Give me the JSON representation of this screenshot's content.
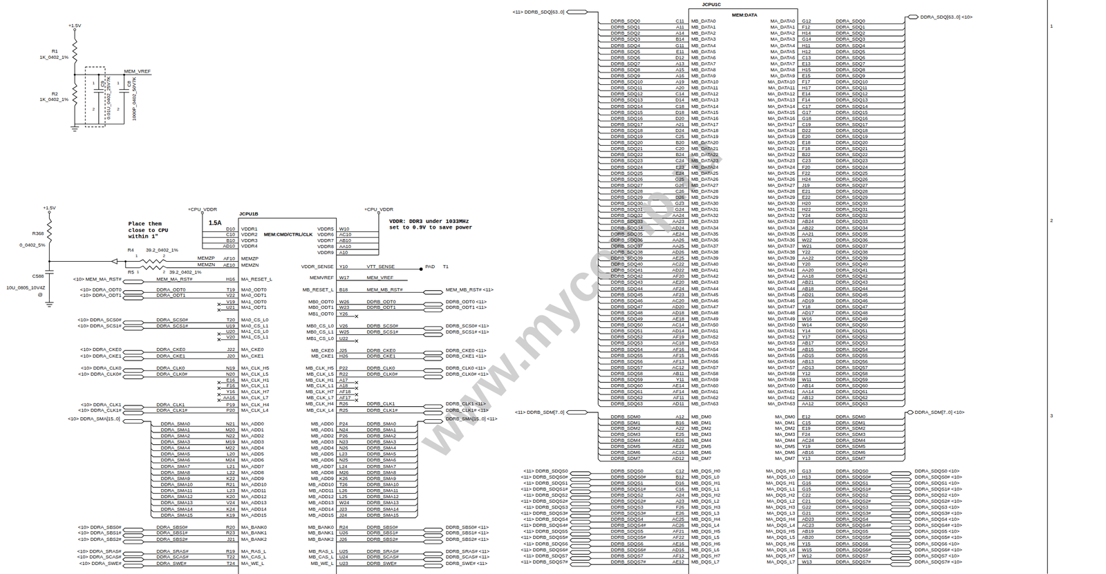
{
  "diagram": {
    "nodes": [
      {
        "text": [
          "JCPU1B",
          "MEM:CMD/CTRL/CLK"
        ]
      },
      {
        "text": [
          "JCPU1C",
          "MEM:DATA"
        ]
      }
    ],
    "labels": [
      "+1.5V",
      "R1",
      "1K_0402_1%",
      "R2",
      "1K_0402_1%",
      "MEM_VREF",
      "1",
      "2",
      "C9",
      "0.01U_0402_25V7K",
      "1",
      "2",
      "C8",
      "1000P_0402_50V7K",
      "+1.5V",
      "R368",
      "0_0402_5%",
      "C588",
      "10U_0805_10V4Z",
      "@",
      "Place them close to CPU within 1\"",
      "R4",
      "39.2_0402_1%",
      "1",
      "2",
      "R5",
      "39.2_0402_1%",
      "1",
      "2",
      "MEMZP",
      "MEMZN",
      "+CPU_VDDR",
      "1.5A",
      "+CPU_VDDR",
      "VDDR: DDR3 under 1033MHz set to 0.9V to save power",
      "PAD",
      "T1",
      "<11> DDRB_SDQ[63..0]",
      "DDRA_SDQ[63..0] <10>",
      "<10> DDRA_SMA[15..0]",
      "DDRB_SMA[15..0] <11>",
      "<11> DDRB_SDM[7..0]",
      "DDRA_SDM[7..0] <10>",
      "1",
      "2",
      "3",
      "www.mycomp.ru",
      "VDDR1",
      "VDDR2",
      "VDDR3",
      "VDDR4",
      "MEMZP",
      "MEMZN",
      "MA_RESET_L",
      "MA0_ODT0",
      "MA0_ODT1",
      "MA1_ODT0",
      "MA1_ODT1",
      "MA0_CS_L0",
      "MA0_CS_L1",
      "MA1_CS_L0",
      "MA1_CS_L1",
      "MA_CKE0",
      "MA_CKE1",
      "MA_CLK_H5",
      "MA_CLK_L5",
      "MA_CLK_H1",
      "MA_CLK_L1",
      "MA_CLK_H7",
      "MA_CLK_L7",
      "MA_CLK_H4",
      "MA_CLK_L4",
      "MA_ADD0",
      "MA_ADD1",
      "MA_ADD2",
      "MA_ADD3",
      "MA_ADD4",
      "MA_ADD5",
      "MA_ADD6",
      "MA_ADD7",
      "MA_ADD8",
      "MA_ADD9",
      "MA_ADD10",
      "MA_ADD11",
      "MA_ADD12",
      "MA_ADD13",
      "MA_ADD14",
      "MA_ADD15",
      "MA_BANK0",
      "MA_BANK1",
      "MA_BANK2",
      "MA_RAS_L",
      "MA_CAS_L",
      "MA_WE_L",
      "D10",
      "C10",
      "B10",
      "AD10",
      "AF10",
      "AE10",
      "H16",
      "T19",
      "V22",
      "V19",
      "U21",
      "T20",
      "U19",
      "U20",
      "V20",
      "J22",
      "J20",
      "N19",
      "N20",
      "E16",
      "F16",
      "Y16",
      "AA16",
      "P19",
      "P20",
      "N21",
      "M20",
      "N22",
      "M19",
      "M22",
      "L20",
      "M24",
      "L21",
      "L22",
      "K22",
      "R21",
      "L23",
      "K20",
      "V24",
      "K24",
      "K19",
      "R20",
      "R23",
      "J21",
      "R19",
      "T22",
      "T24",
      "MEM_MA_RST#",
      "DDRA_ODT0",
      "DDRA_ODT1",
      "DDRA_SCS0#",
      "DDRA_SCS1#",
      "DDRA_CKE0",
      "DDRA_CKE1",
      "DDRA_CLK0",
      "DDRA_CLK0#",
      "DDRA_CLK1",
      "DDRA_CLK1#",
      "DDRA_SMA0",
      "DDRA_SMA1",
      "DDRA_SMA2",
      "DDRA_SMA3",
      "DDRA_SMA4",
      "DDRA_SMA5",
      "DDRA_SMA6",
      "DDRA_SMA7",
      "DDRA_SMA8",
      "DDRA_SMA9",
      "DDRA_SMA10",
      "DDRA_SMA11",
      "DDRA_SMA12",
      "DDRA_SMA13",
      "DDRA_SMA14",
      "DDRA_SMA15",
      "DDRA_SBS0#",
      "DDRA_SBS1#",
      "DDRA_SBS2#",
      "DDRA_SRAS#",
      "DDRA_SCAS#",
      "DDRA_SWE#",
      "<10> MEM_MA_RST#",
      "<10> DDRA_ODT0",
      "<10> DDRA_ODT1",
      "<10> DDRA_SCS0#",
      "<10> DDRA_SCS1#",
      "<10> DDRA_CKE0",
      "<10> DDRA_CKE1",
      "<10> DDRA_CLK0",
      "<10> DDRA_CLK0#",
      "<10> DDRA_CLK1",
      "<10> DDRA_CLK1#",
      "<10> DDRA_SBS0#",
      "<10> DDRA_SBS1#",
      "<10> DDRA_SBS2#",
      "<10> DDRA_SRAS#",
      "<10> DDRA_SCAS#",
      "<10> DDRA_SWE#",
      "VDDR5",
      "VDDR6",
      "VDDR7",
      "VDDR8",
      "VDDR9",
      "VDDR_SENSE",
      "MEMVREF",
      "MB_RESET_L",
      "MB0_ODT0",
      "MB0_ODT1",
      "MB1_ODT0",
      "MB0_CS_L0",
      "MB0_CS_L1",
      "MB1_CS_L0",
      "MB_CKE0",
      "MB_CKE1",
      "MB_CLK_H5",
      "MB_CLK_L5",
      "MB_CLK_H1",
      "MB_CLK_L1",
      "MB_CLK_H7",
      "MB_CLK_L7",
      "MB_CLK_H4",
      "MB_CLK_L4",
      "MB_ADD0",
      "MB_ADD1",
      "MB_ADD2",
      "MB_ADD3",
      "MB_ADD4",
      "MB_ADD5",
      "MB_ADD6",
      "MB_ADD7",
      "MB_ADD8",
      "MB_ADD9",
      "MB_ADD10",
      "MB_ADD11",
      "MB_ADD12",
      "MB_ADD13",
      "MB_ADD14",
      "MB_ADD15",
      "MB_BANK0",
      "MB_BANK1",
      "MB_BANK2",
      "MB_RAS_L",
      "MB_CAS_L",
      "MB_WE_L",
      "W10",
      "AC10",
      "AB10",
      "AA10",
      "A10",
      "Y10",
      "W17",
      "B18",
      "W26",
      "W23",
      "Y26",
      "V26",
      "W25",
      "U22",
      "J25",
      "H26",
      "P22",
      "R22",
      "A17",
      "A18",
      "AF18",
      "AF17",
      "R26",
      "R25",
      "P24",
      "N24",
      "P26",
      "N23",
      "N26",
      "L23",
      "N25",
      "L24",
      "M26",
      "K26",
      "T26",
      "L26",
      "L25",
      "W24",
      "J23",
      "J24",
      "R24",
      "U26",
      "J26",
      "U25",
      "U24",
      "U23",
      "VTT_SENSE",
      "MEM_VREF",
      "MEM_MB_RST#",
      "DDRB_ODT0",
      "DDRB_ODT1",
      "DDRB_SCS0#",
      "DDRB_SCS1#",
      "DDRB_CKE0",
      "DDRB_CKE1",
      "DDRB_CLK0",
      "DDRB_CLK0#",
      "DDRB_CLK1",
      "DDRB_CLK1#",
      "DDRB_SMA0",
      "DDRB_SMA1",
      "DDRB_SMA2",
      "DDRB_SMA3",
      "DDRB_SMA4",
      "DDRB_SMA5",
      "DDRB_SMA6",
      "DDRB_SMA7",
      "DDRB_SMA8",
      "DDRB_SMA9",
      "DDRB_SMA10",
      "DDRB_SMA11",
      "DDRB_SMA12",
      "DDRB_SMA13",
      "DDRB_SMA14",
      "DDRB_SMA15",
      "DDRB_SBS0#",
      "DDRB_SBS1#",
      "DDRB_SBS2#",
      "DDRB_SRAS#",
      "DDRB_SCAS#",
      "DDRB_SWE#",
      "MEM_MB_RST# <11>",
      "DDRB_ODT0 <11>",
      "DDRB_ODT1 <11>",
      "DDRB_SCS0# <11>",
      "DDRB_SCS1# <11>",
      "DDRB_CKE0 <11>",
      "DDRB_CKE1 <11>",
      "DDRB_CLK0 <11>",
      "DDRB_CLK0# <11>",
      "DDRB_CLK1 <11>",
      "DDRB_CLK1# <11>",
      "DDRB_SBS0# <11>",
      "DDRB_SBS1# <11>",
      "DDRB_SBS2# <11>",
      "DDRB_SRAS# <11>",
      "DDRB_SCAS# <11>",
      "DDRB_SWE# <11>",
      "DDRB_SDQ0",
      "DDRB_SDQ1",
      "DDRB_SDQ2",
      "DDRB_SDQ3",
      "DDRB_SDQ4",
      "DDRB_SDQ5",
      "DDRB_SDQ6",
      "DDRB_SDQ7",
      "DDRB_SDQ8",
      "DDRB_SDQ9",
      "DDRB_SDQ10",
      "DDRB_SDQ11",
      "DDRB_SDQ12",
      "DDRB_SDQ13",
      "DDRB_SDQ14",
      "DDRB_SDQ15",
      "DDRB_SDQ16",
      "DDRB_SDQ17",
      "DDRB_SDQ18",
      "DDRB_SDQ19",
      "DDRB_SDQ20",
      "DDRB_SDQ21",
      "DDRB_SDQ22",
      "DDRB_SDQ23",
      "DDRB_SDQ24",
      "DDRB_SDQ25",
      "DDRB_SDQ26",
      "DDRB_SDQ27",
      "DDRB_SDQ28",
      "DDRB_SDQ29",
      "DDRB_SDQ30",
      "DDRB_SDQ31",
      "DDRB_SDQ32",
      "DDRB_SDQ33",
      "DDRB_SDQ34",
      "DDRB_SDQ35",
      "DDRB_SDQ36",
      "DDRB_SDQ37",
      "DDRB_SDQ38",
      "DDRB_SDQ39",
      "DDRB_SDQ40",
      "DDRB_SDQ41",
      "DDRB_SDQ42",
      "DDRB_SDQ43",
      "DDRB_SDQ44",
      "DDRB_SDQ45",
      "DDRB_SDQ46",
      "DDRB_SDQ47",
      "DDRB_SDQ48",
      "DDRB_SDQ49",
      "DDRB_SDQ50",
      "DDRB_SDQ51",
      "DDRB_SDQ52",
      "DDRB_SDQ53",
      "DDRB_SDQ54",
      "DDRB_SDQ55",
      "DDRB_SDQ56",
      "DDRB_SDQ57",
      "DDRB_SDQ58",
      "DDRB_SDQ59",
      "DDRB_SDQ60",
      "DDRB_SDQ61",
      "DDRB_SDQ62",
      "DDRB_SDQ63",
      "C11",
      "A11",
      "A14",
      "B14",
      "G11",
      "E11",
      "D12",
      "A13",
      "A15",
      "A16",
      "A19",
      "A20",
      "C14",
      "D14",
      "C18",
      "D18",
      "D20",
      "A21",
      "D24",
      "C25",
      "B20",
      "C20",
      "B24",
      "C24",
      "E23",
      "E24",
      "G25",
      "G26",
      "C26",
      "D26",
      "G23",
      "G24",
      "AA24",
      "AA23",
      "AD24",
      "AE24",
      "AA26",
      "AA25",
      "AD26",
      "AE25",
      "AC22",
      "AD22",
      "AF20",
      "AE20",
      "AF24",
      "AF23",
      "AC20",
      "AD20",
      "AD18",
      "AE18",
      "AC14",
      "AD14",
      "AF19",
      "AC18",
      "AF16",
      "AF15",
      "AF13",
      "AC12",
      "AB11",
      "Y11",
      "AE14",
      "AF14",
      "AF11",
      "AD11",
      "MB_DATA0",
      "MB_DATA1",
      "MB_DATA2",
      "MB_DATA3",
      "MB_DATA4",
      "MB_DATA5",
      "MB_DATA6",
      "MB_DATA7",
      "MB_DATA8",
      "MB_DATA9",
      "MB_DATA10",
      "MB_DATA11",
      "MB_DATA12",
      "MB_DATA13",
      "MB_DATA14",
      "MB_DATA15",
      "MB_DATA16",
      "MB_DATA17",
      "MB_DATA18",
      "MB_DATA19",
      "MB_DATA20",
      "MB_DATA21",
      "MB_DATA22",
      "MB_DATA23",
      "MB_DATA24",
      "MB_DATA25",
      "MB_DATA26",
      "MB_DATA27",
      "MB_DATA28",
      "MB_DATA29",
      "MB_DATA30",
      "MB_DATA31",
      "MB_DATA32",
      "MB_DATA33",
      "MB_DATA34",
      "MB_DATA35",
      "MB_DATA36",
      "MB_DATA37",
      "MB_DATA38",
      "MB_DATA39",
      "MB_DATA40",
      "MB_DATA41",
      "MB_DATA42",
      "MB_DATA43",
      "MB_DATA44",
      "MB_DATA45",
      "MB_DATA46",
      "MB_DATA47",
      "MB_DATA48",
      "MB_DATA49",
      "MB_DATA50",
      "MB_DATA51",
      "MB_DATA52",
      "MB_DATA53",
      "MB_DATA54",
      "MB_DATA55",
      "MB_DATA56",
      "MB_DATA57",
      "MB_DATA58",
      "MB_DATA59",
      "MB_DATA60",
      "MB_DATA61",
      "MB_DATA62",
      "MB_DATA63",
      "MA_DATA0",
      "MA_DATA1",
      "MA_DATA2",
      "MA_DATA3",
      "MA_DATA4",
      "MA_DATA5",
      "MA_DATA6",
      "MA_DATA7",
      "MA_DATA8",
      "MA_DATA9",
      "MA_DATA10",
      "MA_DATA11",
      "MA_DATA12",
      "MA_DATA13",
      "MA_DATA14",
      "MA_DATA15",
      "MA_DATA16",
      "MA_DATA17",
      "MA_DATA18",
      "MA_DATA19",
      "MA_DATA20",
      "MA_DATA21",
      "MA_DATA22",
      "MA_DATA23",
      "MA_DATA24",
      "MA_DATA25",
      "MA_DATA26",
      "MA_DATA27",
      "MA_DATA28",
      "MA_DATA29",
      "MA_DATA30",
      "MA_DATA31",
      "MA_DATA32",
      "MA_DATA33",
      "MA_DATA34",
      "MA_DATA35",
      "MA_DATA36",
      "MA_DATA37",
      "MA_DATA38",
      "MA_DATA39",
      "MA_DATA40",
      "MA_DATA41",
      "MA_DATA42",
      "MA_DATA43",
      "MA_DATA44",
      "MA_DATA45",
      "MA_DATA46",
      "MA_DATA47",
      "MA_DATA48",
      "MA_DATA49",
      "MA_DATA50",
      "MA_DATA51",
      "MA_DATA52",
      "MA_DATA53",
      "MA_DATA54",
      "MA_DATA55",
      "MA_DATA56",
      "MA_DATA57",
      "MA_DATA58",
      "MA_DATA59",
      "MA_DATA60",
      "MA_DATA61",
      "MA_DATA62",
      "MA_DATA63",
      "G12",
      "F12",
      "H14",
      "G14",
      "H11",
      "H12",
      "C13",
      "E13",
      "H15",
      "E15",
      "F17",
      "H17",
      "E14",
      "F14",
      "C17",
      "G17",
      "G18",
      "C19",
      "D22",
      "E20",
      "E18",
      "F18",
      "B22",
      "C23",
      "F20",
      "F22",
      "H24",
      "J19",
      "E21",
      "E22",
      "H20",
      "H22",
      "Y24",
      "AB24",
      "AB22",
      "AA21",
      "W22",
      "W21",
      "Y22",
      "AA22",
      "Y20",
      "AA20",
      "AA18",
      "AB21",
      "AB18",
      "AD21",
      "AD19",
      "Y18",
      "AD17",
      "W16",
      "W14",
      "Y14",
      "Y17",
      "AB17",
      "AB15",
      "AD15",
      "AB13",
      "AD13",
      "Y12",
      "W11",
      "AB14",
      "AA14",
      "AB12",
      "AA12",
      "DDRA_SDQ0",
      "DDRA_SDQ1",
      "DDRA_SDQ2",
      "DDRA_SDQ3",
      "DDRA_SDQ4",
      "DDRA_SDQ5",
      "DDRA_SDQ6",
      "DDRA_SDQ7",
      "DDRA_SDQ8",
      "DDRA_SDQ9",
      "DDRA_SDQ10",
      "DDRA_SDQ11",
      "DDRA_SDQ12",
      "DDRA_SDQ13",
      "DDRA_SDQ14",
      "DDRA_SDQ15",
      "DDRA_SDQ16",
      "DDRA_SDQ17",
      "DDRA_SDQ18",
      "DDRA_SDQ19",
      "DDRA_SDQ20",
      "DDRA_SDQ21",
      "DDRA_SDQ22",
      "DDRA_SDQ23",
      "DDRA_SDQ24",
      "DDRA_SDQ25",
      "DDRA_SDQ26",
      "DDRA_SDQ27",
      "DDRA_SDQ28",
      "DDRA_SDQ29",
      "DDRA_SDQ30",
      "DDRA_SDQ31",
      "DDRA_SDQ32",
      "DDRA_SDQ33",
      "DDRA_SDQ34",
      "DDRA_SDQ35",
      "DDRA_SDQ36",
      "DDRA_SDQ37",
      "DDRA_SDQ38",
      "DDRA_SDQ39",
      "DDRA_SDQ40",
      "DDRA_SDQ41",
      "DDRA_SDQ42",
      "DDRA_SDQ43",
      "DDRA_SDQ44",
      "DDRA_SDQ45",
      "DDRA_SDQ46",
      "DDRA_SDQ47",
      "DDRA_SDQ48",
      "DDRA_SDQ49",
      "DDRA_SDQ50",
      "DDRA_SDQ51",
      "DDRA_SDQ52",
      "DDRA_SDQ53",
      "DDRA_SDQ54",
      "DDRA_SDQ55",
      "DDRA_SDQ56",
      "DDRA_SDQ57",
      "DDRA_SDQ58",
      "DDRA_SDQ59",
      "DDRA_SDQ60",
      "DDRA_SDQ61",
      "DDRA_SDQ62",
      "DDRA_SDQ63",
      "DDRB_SDM0",
      "DDRB_SDM1",
      "DDRB_SDM2",
      "DDRB_SDM3",
      "DDRB_SDM4",
      "DDRB_SDM5",
      "DDRB_SDM6",
      "DDRB_SDM7",
      "A12",
      "B16",
      "A22",
      "E25",
      "AB26",
      "AE22",
      "AC16",
      "AD12",
      "MB_DM0",
      "MB_DM1",
      "MB_DM2",
      "MB_DM3",
      "MB_DM4",
      "MB_DM5",
      "MB_DM6",
      "MB_DM7",
      "MA_DM0",
      "MA_DM1",
      "MA_DM2",
      "MA_DM3",
      "MA_DM4",
      "MA_DM5",
      "MA_DM6",
      "MA_DM7",
      "E12",
      "C15",
      "E19",
      "F24",
      "AC24",
      "Y19",
      "AB16",
      "Y13",
      "DDRA_SDM0",
      "DDRA_SDM1",
      "DDRA_SDM2",
      "DDRA_SDM3",
      "DDRA_SDM4",
      "DDRA_SDM5",
      "DDRA_SDM6",
      "DDRA_SDM7",
      "<11> DDRB_SDQS0",
      "<11> DDRB_SDQS0#",
      "<11> DDRB_SDQS1",
      "<11> DDRB_SDQS1#",
      "<11> DDRB_SDQS2",
      "<11> DDRB_SDQS2#",
      "<11> DDRB_SDQS3",
      "<11> DDRB_SDQS3#",
      "<11> DDRB_SDQS4",
      "<11> DDRB_SDQS4#",
      "<11> DDRB_SDQS5",
      "<11> DDRB_SDQS5#",
      "<11> DDRB_SDQS6",
      "<11> DDRB_SDQS6#",
      "<11> DDRB_SDQS7",
      "<11> DDRB_SDQS7#",
      "DDRB_SDQS0",
      "DDRB_SDQS0#",
      "DDRB_SDQS1",
      "DDRB_SDQS1#",
      "DDRB_SDQS2",
      "DDRB_SDQS2#",
      "DDRB_SDQS3",
      "DDRB_SDQS3#",
      "DDRB_SDQS4",
      "DDRB_SDQS4#",
      "DDRB_SDQS5",
      "DDRB_SDQS5#",
      "DDRB_SDQS6",
      "DDRB_SDQS6#",
      "DDRB_SDQS7",
      "DDRB_SDQS7#",
      "C12",
      "B12",
      "D16",
      "C16",
      "A24",
      "A23",
      "F26",
      "E26",
      "AC25",
      "AC26",
      "AF21",
      "AF22",
      "AE16",
      "AD16",
      "AF12",
      "AE12",
      "MB_DQS_H0",
      "MB_DQS_L0",
      "MB_DQS_H1",
      "MB_DQS_L1",
      "MB_DQS_H2",
      "MB_DQS_L2",
      "MB_DQS_H3",
      "MB_DQS_L3",
      "MB_DQS_H4",
      "MB_DQS_L4",
      "MB_DQS_H5",
      "MB_DQS_L5",
      "MB_DQS_H6",
      "MB_DQS_L6",
      "MB_DQS_H7",
      "MB_DQS_L7",
      "MA_DQS_H0",
      "MA_DQS_L0",
      "MA_DQS_H1",
      "MA_DQS_L1",
      "MA_DQS_H2",
      "MA_DQS_L2",
      "MA_DQS_H3",
      "MA_DQS_L3",
      "MA_DQS_H4",
      "MA_DQS_L4",
      "MA_DQS_H5",
      "MA_DQS_L5",
      "MA_DQS_H6",
      "MA_DQS_L6",
      "MA_DQS_H7",
      "MA_DQS_L7",
      "G13",
      "H13",
      "G16",
      "G15",
      "C22",
      "C21",
      "G22",
      "G21",
      "AD23",
      "AC23",
      "AB19",
      "AB20",
      "Y15",
      "W15",
      "W12",
      "W13",
      "DDRA_SDQS0",
      "DDRA_SDQS0#",
      "DDRA_SDQS1",
      "DDRA_SDQS1#",
      "DDRA_SDQS2",
      "DDRA_SDQS2#",
      "DDRA_SDQS3",
      "DDRA_SDQS3#",
      "DDRA_SDQS4",
      "DDRA_SDQS4#",
      "DDRA_SDQS5",
      "DDRA_SDQS5#",
      "DDRA_SDQS6",
      "DDRA_SDQS6#",
      "DDRA_SDQS7",
      "DDRA_SDQS7#",
      "DDRA_SDQS0 <10>",
      "DDRA_SDQS0# <10>",
      "DDRA_SDQS1 <10>",
      "DDRA_SDQS1# <10>",
      "DDRA_SDQS2 <10>",
      "DDRA_SDQS2# <10>",
      "DDRA_SDQS3 <10>",
      "DDRA_SDQS3# <10>",
      "DDRA_SDQS4 <10>",
      "DDRA_SDQS4# <10>",
      "DDRA_SDQS5 <10>",
      "DDRA_SDQS5# <10>",
      "DDRA_SDQS6 <10>",
      "DDRA_SDQS6# <10>",
      "DDRA_SDQS7 <10>",
      "DDRA_SDQS7# <10>"
    ]
  }
}
